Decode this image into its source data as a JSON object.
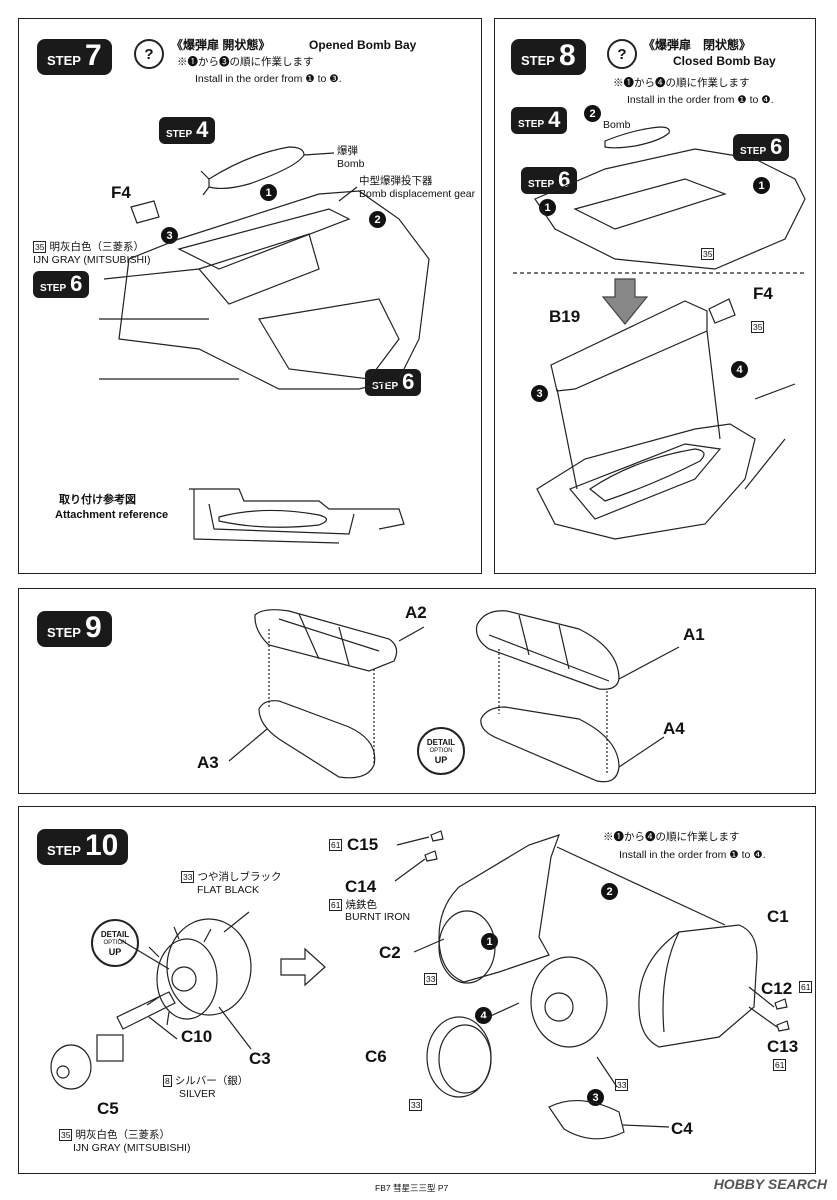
{
  "step7": {
    "step_word": "STEP",
    "step_num": "7",
    "title_jp": "《爆弾扉 開状態》",
    "title_en": "Opened Bomb Bay",
    "note_jp": "※❶から❸の順に作業します",
    "note_en": "Install in the order from ❶ to ❸.",
    "ref_step4": "4",
    "ref_step6a": "6",
    "ref_step6b": "6",
    "bomb_jp": "爆弾",
    "bomb_en": "Bomb",
    "gear_jp": "中型爆弾投下器",
    "gear_en": "Bomb displacement gear",
    "part_f4": "F4",
    "paint_num": "35",
    "paint_jp": "明灰白色（三菱系）",
    "paint_en": "IJN GRAY (MITSUBISHI)",
    "ref_jp": "取り付け参考図",
    "ref_en": "Attachment reference",
    "nums": [
      "1",
      "2",
      "3"
    ]
  },
  "step8": {
    "step_word": "STEP",
    "step_num": "8",
    "title_jp": "《爆弾扉　閉状態》",
    "title_en": "Closed Bomb Bay",
    "note_jp": "※❶から❹の順に作業します",
    "note_en": "Install in the order from ❶ to ❹.",
    "ref_step4": "4",
    "ref_step6a": "6",
    "ref_step6b": "6",
    "bomb_en": "Bomb",
    "paint_num": "35",
    "part_b19": "B19",
    "part_f4": "F4",
    "nums": [
      "1",
      "2",
      "3",
      "4"
    ]
  },
  "step9": {
    "step_word": "STEP",
    "step_num": "9",
    "parts": [
      "A2",
      "A1",
      "A3",
      "A4"
    ],
    "detail": [
      "DETAIL",
      "OPTION",
      "UP"
    ]
  },
  "step10": {
    "step_word": "STEP",
    "step_num": "10",
    "note_jp": "※❶から❹の順に作業します",
    "note_en": "Install in the order from ❶ to ❹.",
    "c15": "C15",
    "c14": "C14",
    "c2": "C2",
    "c1": "C1",
    "c12": "C12",
    "c13": "C13",
    "c6": "C6",
    "c4": "C4",
    "c10": "C10",
    "c3": "C3",
    "c5": "C5",
    "paint_33": "33",
    "paint_61": "61",
    "paint_8": "8",
    "paint_35": "35",
    "flat_black_jp": "つや消しブラック",
    "flat_black_en": "FLAT BLACK",
    "burnt_iron_jp": "焼鉄色",
    "burnt_iron_en": "BURNT IRON",
    "silver_jp": "シルバー（銀）",
    "silver_en": "SILVER",
    "ijn_gray_jp": "明灰白色（三菱系）",
    "ijn_gray_en": "IJN GRAY (MITSUBISHI)",
    "detail": [
      "DETAIL",
      "OPTION",
      "UP"
    ],
    "nums": [
      "1",
      "2",
      "3",
      "4"
    ]
  },
  "footer": "FB7 彗星三三型 P7",
  "watermark": "HOBBY SEARCH"
}
